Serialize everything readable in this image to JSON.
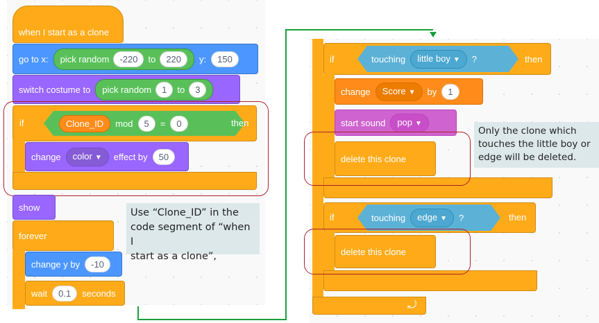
{
  "left_script": {
    "hat_label": "when I start as a clone",
    "goto": {
      "label": "go to x:",
      "reporter": "pick random",
      "min": "-220",
      "to": "to",
      "max": "220",
      "y_label": "y:",
      "y": "150"
    },
    "costume": {
      "label": "switch costume to",
      "reporter": "pick random",
      "min": "1",
      "to": "to",
      "max": "3"
    },
    "if_block": {
      "if_label": "if",
      "variable": "Clone_ID",
      "mod_label": "mod",
      "mod_value": "5",
      "equals": "=",
      "compare_value": "0",
      "then_label": "then"
    },
    "change_effect": {
      "label": "change",
      "effect": "color",
      "by_label": "effect by",
      "value": "50"
    },
    "show_label": "show",
    "forever_label": "forever",
    "change_y": {
      "label": "change y by",
      "value": "-10"
    },
    "wait": {
      "label": "wait",
      "value": "0.1",
      "unit": "seconds"
    }
  },
  "note_left": {
    "line1": "Use “Clone_ID” in the",
    "line2": "code segment of “when I",
    "line3": "start as a clone”,"
  },
  "right_script": {
    "if1": {
      "if_label": "if",
      "touching_label": "touching",
      "target": "little boy",
      "question": "?",
      "then_label": "then"
    },
    "change_score": {
      "label": "change",
      "variable": "Score",
      "by_label": "by",
      "value": "1"
    },
    "sound": {
      "label": "start sound",
      "name": "pop"
    },
    "delete1": "delete this clone",
    "if2": {
      "if_label": "if",
      "touching_label": "touching",
      "target": "edge",
      "question": "?",
      "then_label": "then"
    },
    "delete2": "delete this clone",
    "loop_arrow": "⤾"
  },
  "note_right": {
    "line1": "Only the clone which",
    "line2": "touches the little boy or",
    "line3": "edge will be deleted."
  },
  "colors": {
    "events": "#ffab19",
    "motion": "#4c97ff",
    "looks": "#9966ff",
    "sensing": "#5cb1d6",
    "sound": "#cf63cf",
    "operators": "#59c059",
    "variables": "#ff8c1a",
    "highlight": "#b01e2a",
    "connector": "#1a9e3c"
  }
}
